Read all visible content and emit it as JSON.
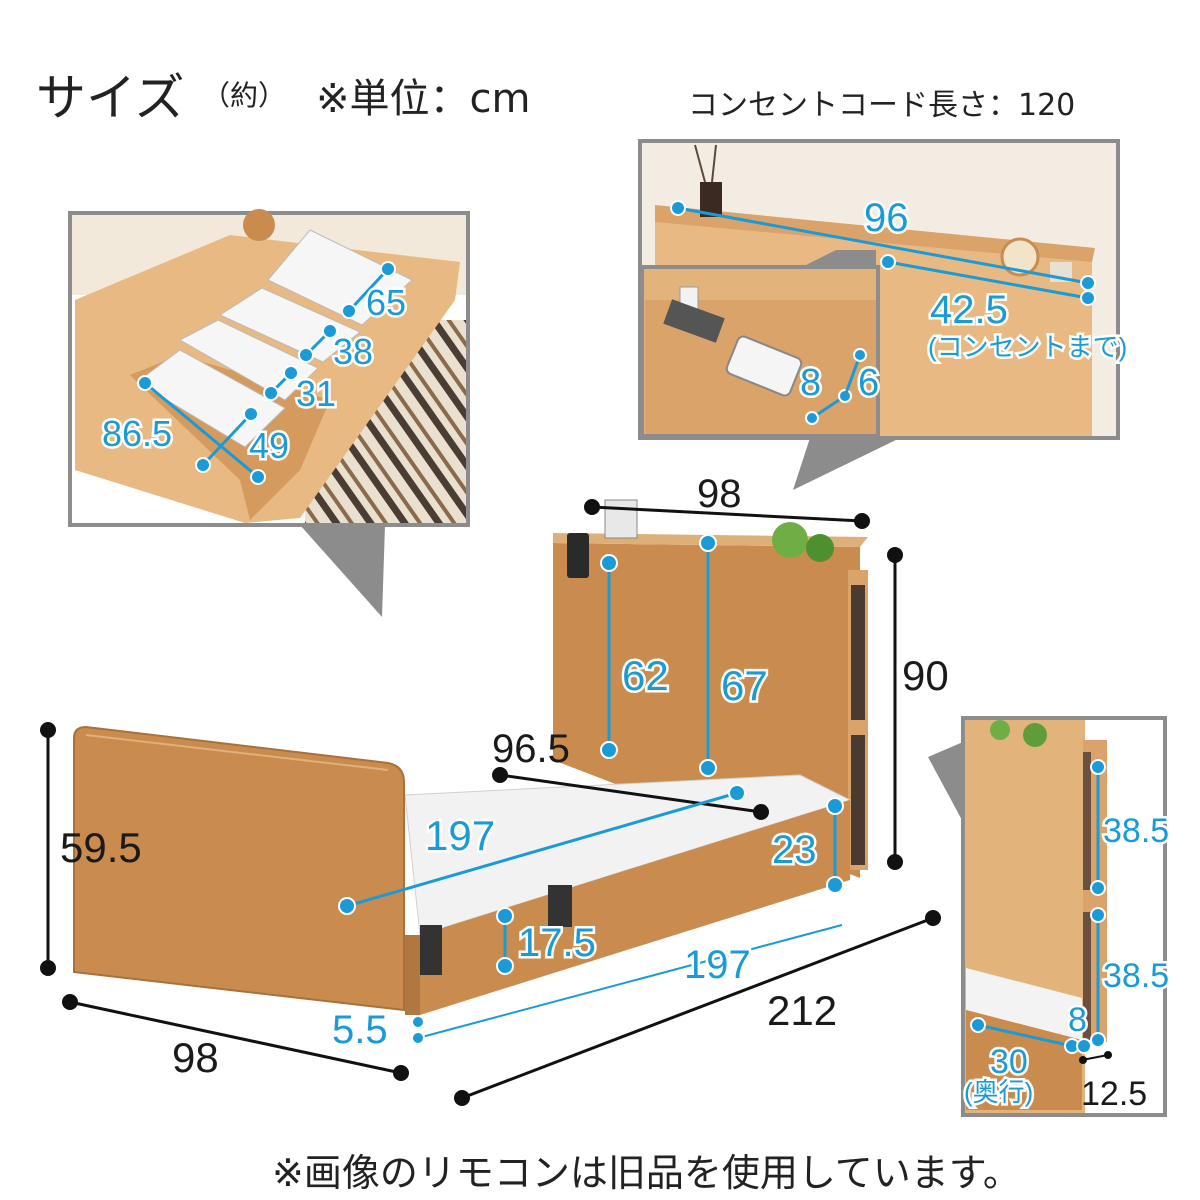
{
  "header": {
    "title": "サイズ",
    "approx": "（約）",
    "unit_label": "※単位：cm",
    "cord_length": "コンセントコード長さ：120"
  },
  "footnote": "※画像のリモコンは旧品を使用しています。",
  "colors": {
    "accent_blue": "#1a9bd7",
    "wood": "#c98c4e",
    "frame_gray": "#8c8c8c"
  },
  "inset_storage": {
    "d_65": "65",
    "d_38": "38",
    "d_31": "31",
    "d_49": "49",
    "d_86_5": "86.5"
  },
  "inset_headboard": {
    "d_96": "96",
    "d_42_5": "42.5",
    "note": "(コンセントまで)",
    "d_8": "8",
    "d_6": "6"
  },
  "inset_side": {
    "d_38_5_top": "38.5",
    "d_38_5_bottom": "38.5",
    "d_8": "8",
    "d_30": "30",
    "depth_note": "(奥行)",
    "d_12_5": "12.5"
  },
  "bed": {
    "headboard_width": "98",
    "headboard_height": "90",
    "inner_62": "62",
    "inner_67": "67",
    "mattress_width": "96.5",
    "mattress_length_top": "197",
    "mattress_length_side": "197",
    "side_rail": "23",
    "floor_clearance": "17.5",
    "leg": "5.5",
    "footboard_height": "59.5",
    "footboard_width": "98",
    "total_length": "212"
  }
}
